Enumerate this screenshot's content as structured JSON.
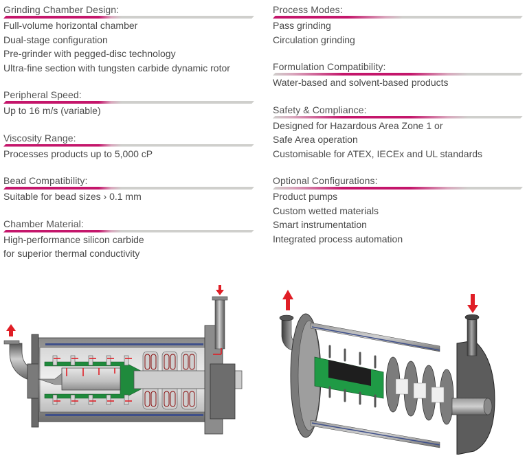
{
  "left_column": {
    "sections": [
      {
        "heading": "Grinding Chamber Design:",
        "items": [
          "Full-volume horizontal chamber",
          "Dual-stage configuration",
          "Pre-grinder with pegged-disc technology",
          "Ultra-fine section with tungsten carbide dynamic rotor"
        ]
      },
      {
        "heading": "Peripheral Speed:",
        "items": [
          "Up to 16 m/s (variable)"
        ]
      },
      {
        "heading": "Viscosity Range:",
        "items": [
          "Processes products up to 5,000 cP"
        ]
      },
      {
        "heading": "Bead Compatibility:",
        "items": [
          "Suitable for bead sizes › 0.1 mm"
        ]
      },
      {
        "heading": "Chamber Material:",
        "items": [
          "High-performance silicon carbide",
          "for superior thermal conductivity"
        ]
      }
    ]
  },
  "right_column": {
    "sections": [
      {
        "heading": "Process Modes:",
        "items": [
          "Pass grinding",
          "Circulation grinding"
        ]
      },
      {
        "heading": "Formulation Compatibility:",
        "items": [
          "Water-based and solvent-based products"
        ]
      },
      {
        "heading": "Safety & Compliance:",
        "items": [
          "Designed for Hazardous Area Zone 1 or",
          "Safe Area operation",
          "Customisable for ATEX, IECEx and UL standards"
        ]
      },
      {
        "heading": "Optional Configurations:",
        "items": [
          "Product pumps",
          "Custom wetted materials",
          "Smart instrumentation",
          "Integrated process automation"
        ]
      }
    ]
  },
  "illustrations": {
    "left": "cross-section-diagram",
    "right": "3d-cutaway-view"
  },
  "colors": {
    "accent": "#c4166b",
    "bar_gray": "#cfcfcc",
    "text": "#4a4a4a",
    "flow_arrow": "#e01e26",
    "rotor_green": "#1f8a3c"
  }
}
